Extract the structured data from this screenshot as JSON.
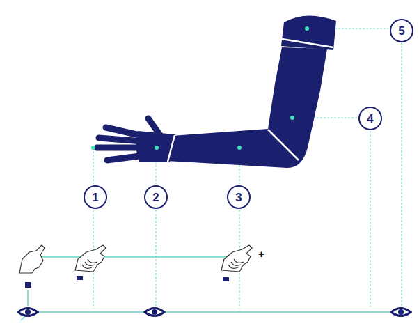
{
  "diagram": {
    "nodes": [
      {
        "text": [
          "1"
        ]
      },
      {
        "text": [
          "2"
        ]
      },
      {
        "text": [
          "3"
        ]
      },
      {
        "text": [
          "4"
        ]
      },
      {
        "text": [
          "5"
        ]
      }
    ],
    "labels": [
      "+"
    ]
  }
}
